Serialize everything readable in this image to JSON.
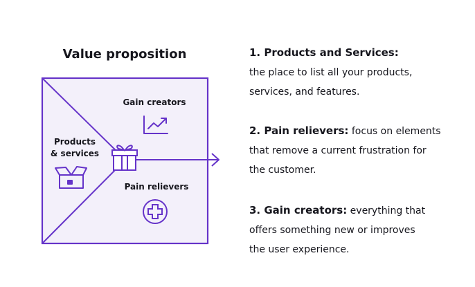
{
  "diagram": {
    "title": "Value proposition",
    "labels": {
      "gain_creators": "Gain creators",
      "pain_relievers": "Pain relievers",
      "products_line1": "Products",
      "products_line2": "& services"
    },
    "icons": {
      "gain": "trend-chart-icon",
      "pain": "plus-circle-icon",
      "products": "box-icon",
      "center": "gift-icon",
      "arrow": "arrow-right-icon"
    },
    "colors": {
      "accent": "#6533c9",
      "box_fill": "#f3f0fa",
      "text": "#16161d"
    }
  },
  "sections": [
    {
      "heading": "1. Products and Services:",
      "lines": [
        "the place to list all your products,",
        "services, and features."
      ]
    },
    {
      "heading": "2. Pain relievers:",
      "heading_tail": " focus on elements",
      "lines": [
        "that remove a current frustration for",
        "the customer."
      ]
    },
    {
      "heading": "3. Gain creators:",
      "heading_tail": " everything that",
      "lines": [
        "offers something new or improves",
        "the user experience."
      ]
    }
  ]
}
